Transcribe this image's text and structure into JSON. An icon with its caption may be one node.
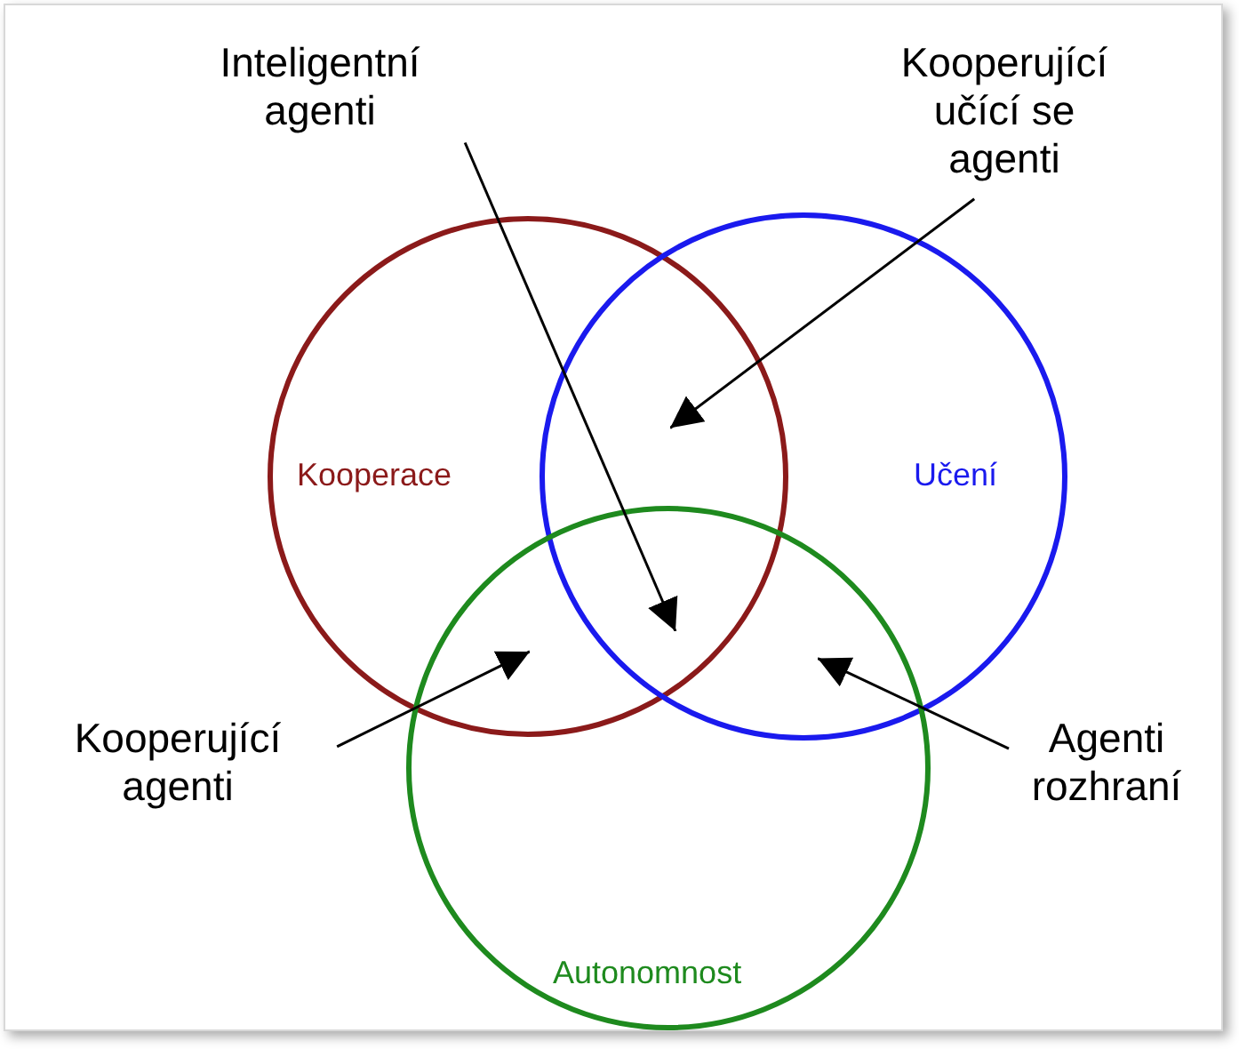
{
  "diagram": {
    "nodes": [
      {
        "text": [
          "Inteligentní agenti"
        ]
      },
      {
        "text": [
          "Kooperující učící se agenti"
        ]
      },
      {
        "text": [
          "Kooperace"
        ]
      },
      {
        "text": [
          "Učení"
        ]
      },
      {
        "text": [
          "Autonomnost"
        ]
      },
      {
        "text": [
          "Kooperující agenti"
        ]
      },
      {
        "text": [
          "Agenti rozhraní"
        ]
      },
      {
        "text": [],
        "shape": "region"
      },
      {
        "text": [],
        "shape": "region"
      },
      {
        "text": [],
        "shape": "region"
      },
      {
        "text": [],
        "shape": "region"
      }
    ],
    "edges": [
      {
        "from": 0,
        "to": 8,
        "arrow": "to"
      },
      {
        "from": 1,
        "to": 7,
        "arrow": "to"
      },
      {
        "from": 5,
        "to": 9,
        "arrow": "to"
      },
      {
        "from": 6,
        "to": 10,
        "arrow": "to"
      }
    ]
  }
}
